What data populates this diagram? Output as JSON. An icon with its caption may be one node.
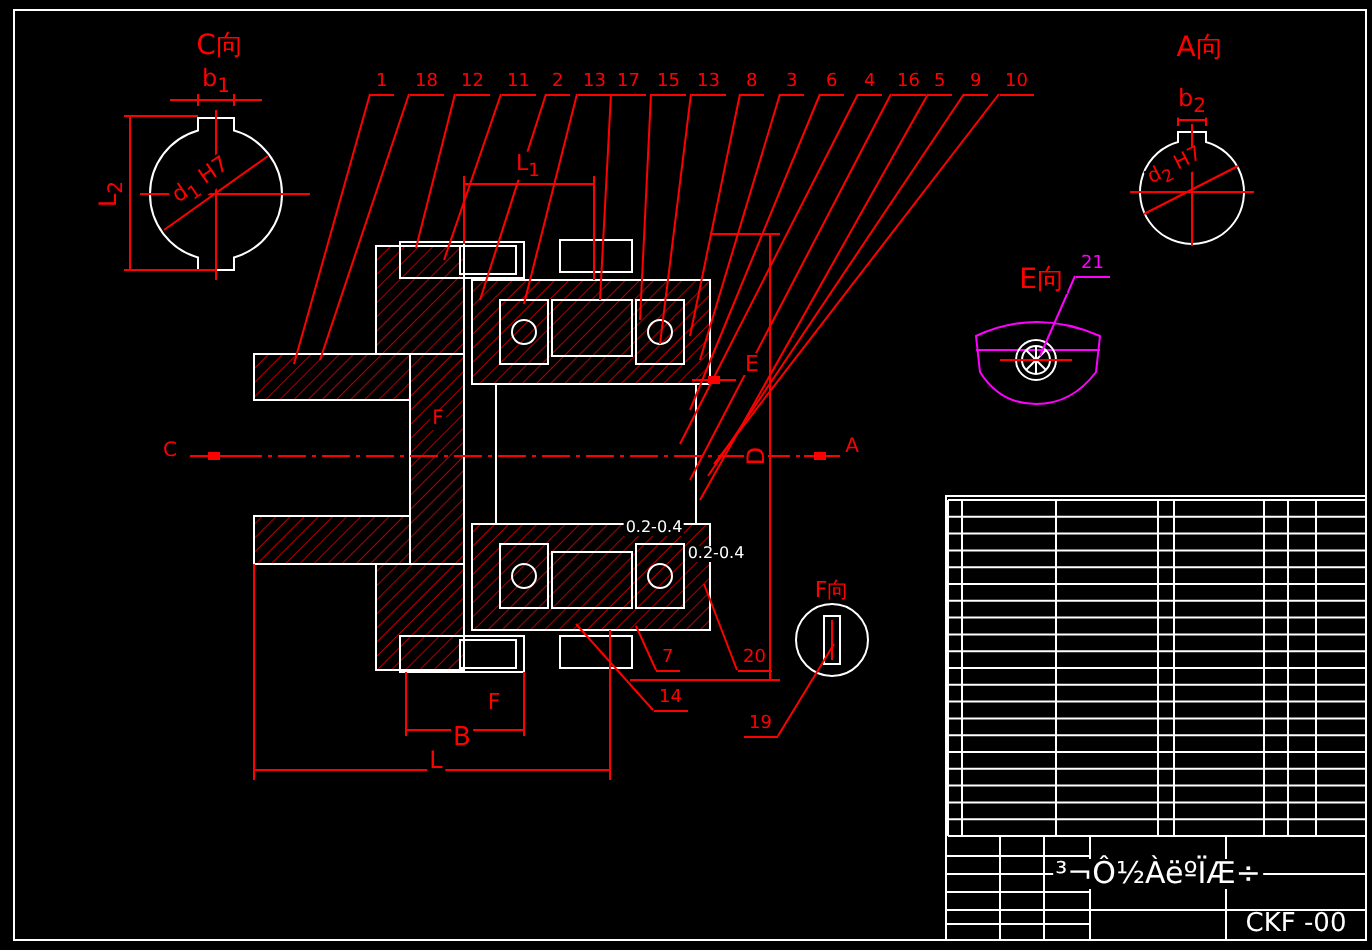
{
  "diagram": {
    "nodes": [
      {
        "text": [
          "1"
        ]
      },
      {
        "text": [
          "18"
        ]
      },
      {
        "text": [
          "12"
        ]
      },
      {
        "text": [
          "11"
        ]
      },
      {
        "text": [
          "2"
        ]
      },
      {
        "text": [
          "13"
        ]
      },
      {
        "text": [
          "17"
        ]
      },
      {
        "text": [
          "15"
        ]
      },
      {
        "text": [
          "13"
        ]
      },
      {
        "text": [
          "8"
        ]
      },
      {
        "text": [
          "3"
        ]
      },
      {
        "text": [
          "6"
        ]
      },
      {
        "text": [
          "4"
        ]
      },
      {
        "text": [
          "16"
        ]
      },
      {
        "text": [
          "5"
        ]
      },
      {
        "text": [
          "9"
        ]
      },
      {
        "text": [
          "10"
        ]
      },
      {
        "text": [
          "21"
        ]
      },
      {
        "text": [
          "7"
        ]
      },
      {
        "text": [
          "20"
        ]
      },
      {
        "text": [
          "14"
        ]
      },
      {
        "text": [
          "19"
        ]
      }
    ],
    "edges": [
      {
        "from": 0,
        "to": null,
        "arrow": "none"
      },
      {
        "from": 1,
        "to": null,
        "arrow": "none"
      },
      {
        "from": 2,
        "to": null,
        "arrow": "none"
      },
      {
        "from": 3,
        "to": null,
        "arrow": "none"
      },
      {
        "from": 4,
        "to": null,
        "arrow": "none"
      },
      {
        "from": 5,
        "to": null,
        "arrow": "none"
      },
      {
        "from": 6,
        "to": null,
        "arrow": "none"
      },
      {
        "from": 7,
        "to": null,
        "arrow": "none"
      },
      {
        "from": 8,
        "to": null,
        "arrow": "none"
      },
      {
        "from": 9,
        "to": null,
        "arrow": "none"
      },
      {
        "from": 10,
        "to": null,
        "arrow": "none"
      },
      {
        "from": 11,
        "to": null,
        "arrow": "none"
      },
      {
        "from": 12,
        "to": null,
        "arrow": "none"
      },
      {
        "from": 13,
        "to": null,
        "arrow": "none"
      },
      {
        "from": 14,
        "to": null,
        "arrow": "none"
      },
      {
        "from": 15,
        "to": null,
        "arrow": "none"
      },
      {
        "from": 16,
        "to": null,
        "arrow": "none"
      },
      {
        "from": 17,
        "to": null,
        "arrow": "none",
        "color": "#ff00ff"
      },
      {
        "from": 18,
        "to": null,
        "arrow": "none"
      },
      {
        "from": 19,
        "to": null,
        "arrow": "none"
      },
      {
        "from": 20,
        "to": null,
        "arrow": "none"
      },
      {
        "from": 21,
        "to": null,
        "arrow": "none"
      }
    ],
    "labels": [
      "C向",
      "b$_{1}$",
      "L$_{2}$",
      "d$_{1}$ H7",
      "L$_{1}$",
      "A向",
      "b$_{2}$",
      "d$_{2}$ H7",
      "E向",
      "E",
      "C",
      "A",
      "F",
      "D",
      "0.2-0.4",
      "0.2-0.4",
      "F向",
      "F",
      "B",
      "L",
      "³¬Ô½ÀëºÏÆ÷",
      "CKF -00"
    ]
  }
}
